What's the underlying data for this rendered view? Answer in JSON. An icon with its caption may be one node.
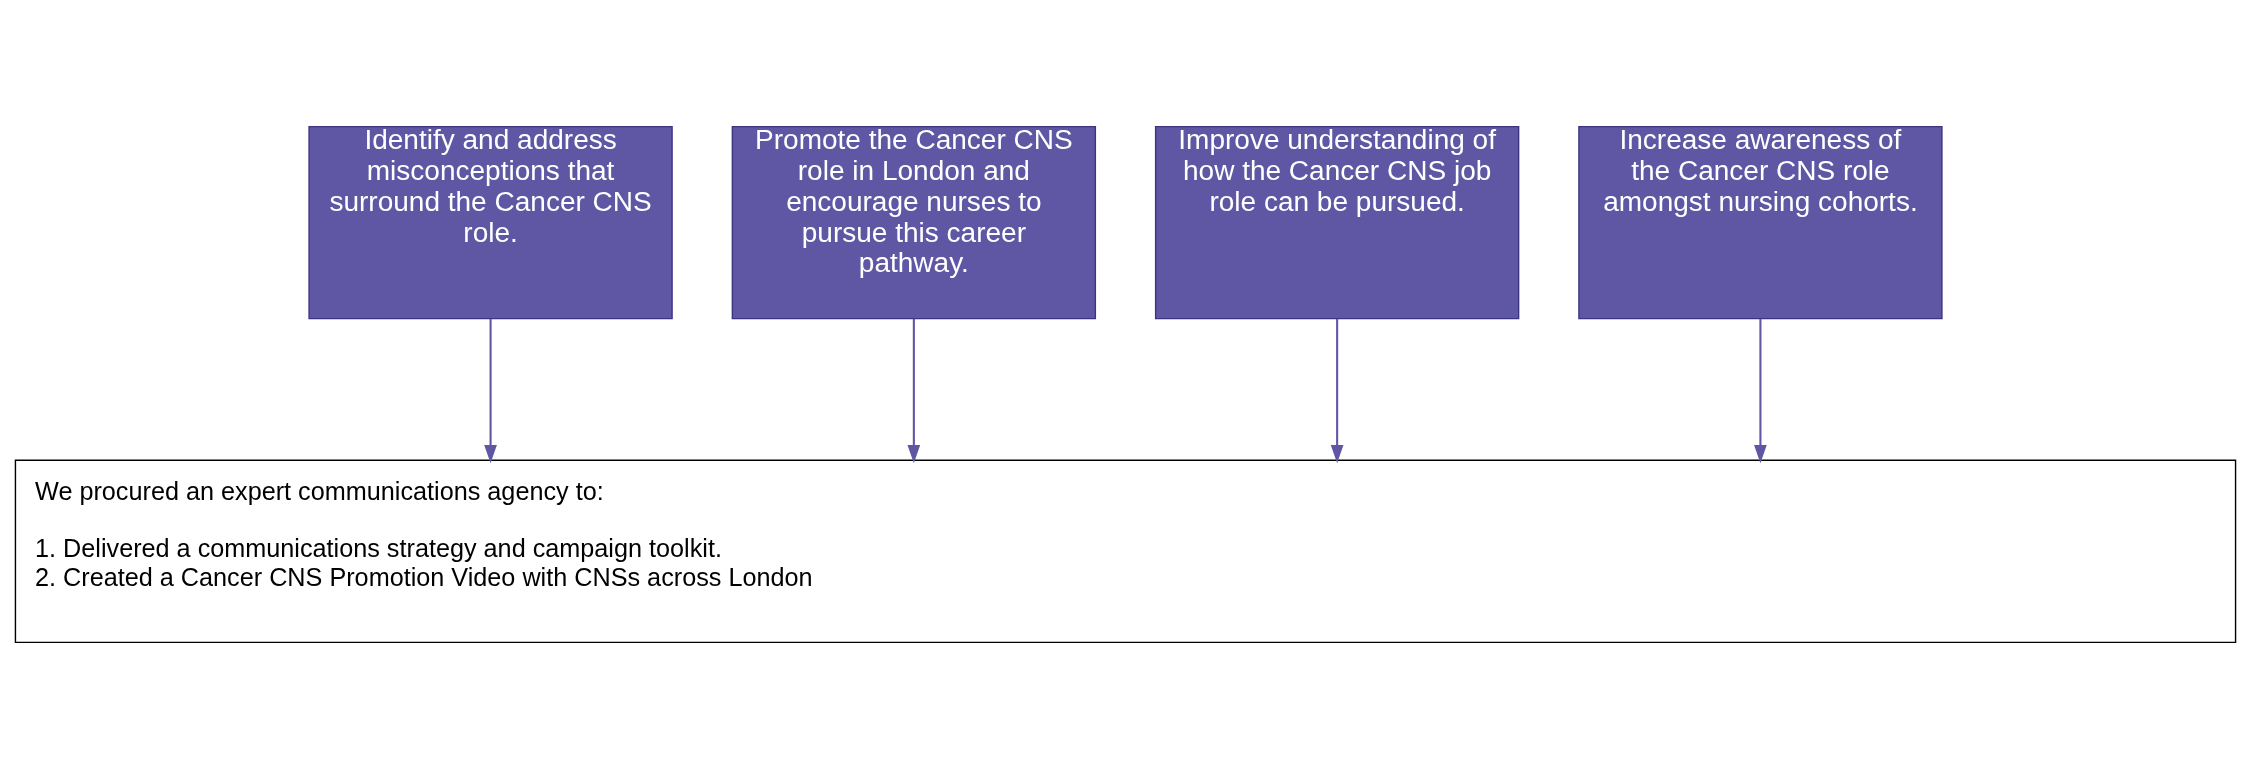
{
  "diagram": {
    "nodes": [
      {
        "text": [
          "Identify and address misconceptions that surround the Cancer CNS role."
        ]
      },
      {
        "text": [
          "Promote the Cancer CNS role in London and encourage nurses to pursue this career pathway."
        ]
      },
      {
        "text": [
          "Improve understanding of how the Cancer CNS job role can be pursued."
        ]
      },
      {
        "text": [
          "Increase awareness of the Cancer CNS role amongst nursing cohorts."
        ]
      },
      {
        "text": [
          "We procured an expert communications agency to:",
          "1. Delivered a communications strategy and campaign toolkit.",
          "2. Created a Cancer CNS Promotion Video with CNSs across London"
        ]
      }
    ],
    "edges": [
      {
        "from": 0,
        "to": 4,
        "arrow": "to"
      },
      {
        "from": 1,
        "to": 4,
        "arrow": "to"
      },
      {
        "from": 2,
        "to": 4,
        "arrow": "to"
      },
      {
        "from": 3,
        "to": 4,
        "arrow": "to"
      }
    ]
  }
}
